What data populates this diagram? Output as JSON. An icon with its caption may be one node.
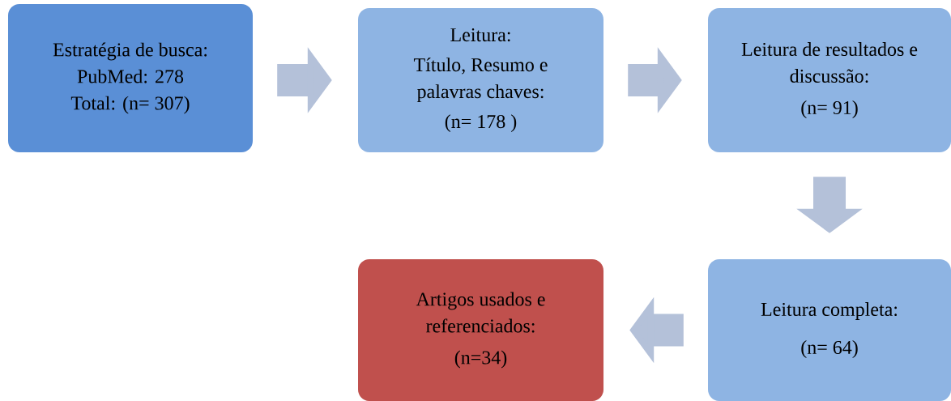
{
  "diagram": {
    "nodes": [
      {
        "text": [
          "Estratégia de busca:",
          "PubMed: 278",
          "Total: (n= 307)"
        ]
      },
      {
        "text": [
          "Leitura:",
          "Título, Resumo e palavras chaves:",
          "(n= 178 )"
        ]
      },
      {
        "text": [
          "Leitura de resultados e discussão:",
          "(n= 91)"
        ]
      },
      {
        "text": [
          "Leitura completa:",
          "(n= 64)"
        ]
      },
      {
        "text": [
          "Artigos usados e referenciados:",
          "(n=34)"
        ]
      }
    ],
    "edges": [
      {
        "from": 0,
        "to": 1,
        "arrow": "to"
      },
      {
        "from": 1,
        "to": 2,
        "arrow": "to"
      },
      {
        "from": 2,
        "to": 3,
        "arrow": "to"
      },
      {
        "from": 3,
        "to": 4,
        "arrow": "to"
      }
    ]
  }
}
